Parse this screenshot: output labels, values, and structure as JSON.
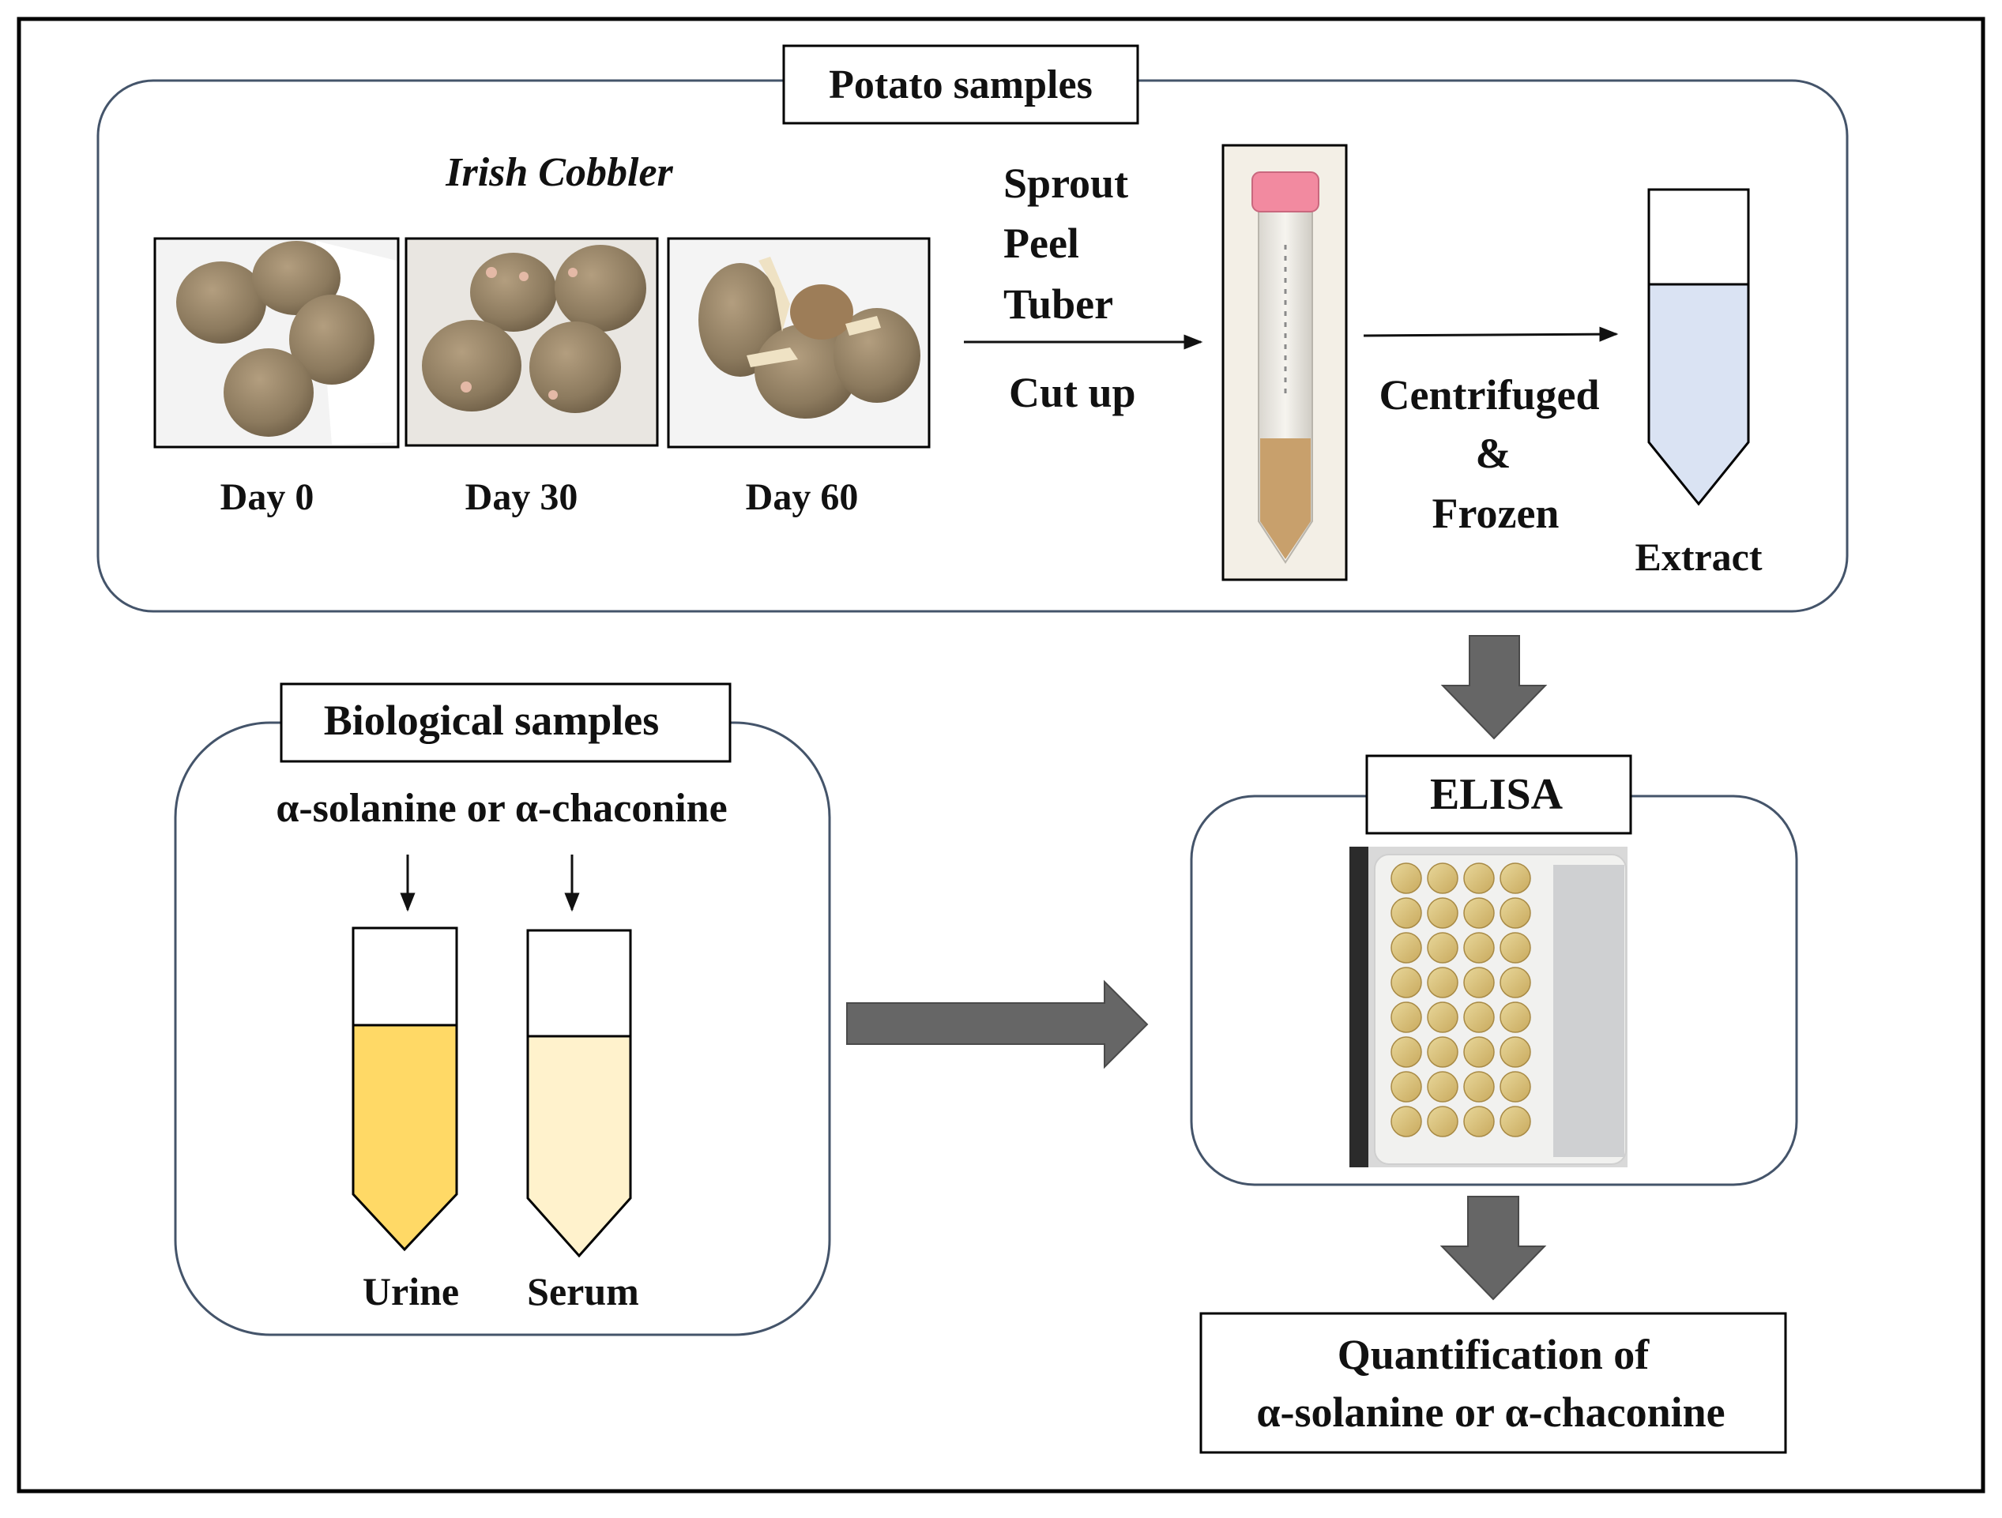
{
  "potato_panel": {
    "title": "Potato samples",
    "variety": "Irish Cobbler",
    "photos": [
      {
        "label": "Day 0"
      },
      {
        "label": "Day 30"
      },
      {
        "label": "Day 60"
      }
    ],
    "parts": [
      "Sprout",
      "Peel",
      "Tuber"
    ],
    "cut_label": "Cut up",
    "process_lines": [
      "Centrifuged",
      "&",
      "Frozen"
    ],
    "extract_label": "Extract"
  },
  "bio_panel": {
    "title": "Biological samples",
    "analyte": "α-solanine or α-chaconine",
    "tubes": [
      {
        "label": "Urine",
        "color": "#ffd966"
      },
      {
        "label": "Serum",
        "color": "#fff2cc"
      }
    ]
  },
  "elisa_panel": {
    "title": "ELISA"
  },
  "result": {
    "line1": "Quantification of",
    "line2": "α-solanine or α-chaconine"
  },
  "colors": {
    "panel_border": "#44546a",
    "block_arrow": "#666666",
    "extract_fill": "#dae3f3",
    "tube_cap": "#f28aa0"
  }
}
